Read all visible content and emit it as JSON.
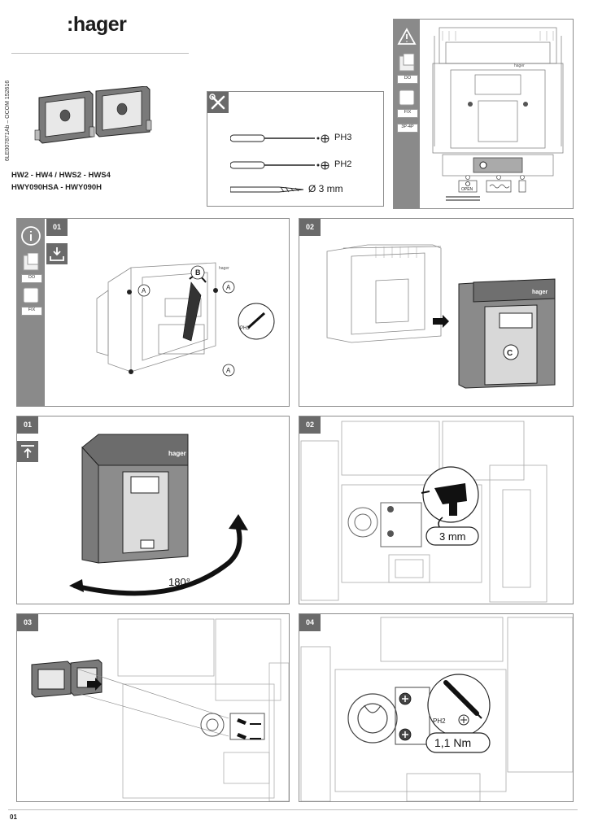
{
  "header": {
    "brand": ":hager",
    "doc_ref": "6LE007871Ab – OCOM 152616",
    "models_line1": "HW2 - HW4 / HWS2 - HWS4",
    "models_line2": "HWY090HSA - HWY090H"
  },
  "tools": {
    "items": [
      {
        "label": "PH3"
      },
      {
        "label": "PH2"
      },
      {
        "label": "Ø 3 mm"
      }
    ]
  },
  "warning": {
    "tag_do": "DO",
    "tag_fix": "FIX",
    "tag_poles": "3P-4P",
    "open_label": "OPEN",
    "brand": "hager"
  },
  "steps": {
    "top": [
      {
        "num": "01",
        "tag_do": "DO",
        "tag_fix": "FIX",
        "letter_a": "A",
        "letter_b": "B",
        "callout": "PH3",
        "brand": "hager"
      },
      {
        "num": "02",
        "letter_c": "C",
        "brand": "hager"
      }
    ],
    "middle": [
      {
        "num": "01",
        "angle": "180°",
        "brand": "hager"
      },
      {
        "num": "02",
        "size": "3 mm"
      }
    ],
    "bottom": [
      {
        "num": "03"
      },
      {
        "num": "04",
        "driver": "PH2",
        "torque": "1,1 Nm"
      }
    ]
  },
  "footer": {
    "page": "01"
  }
}
